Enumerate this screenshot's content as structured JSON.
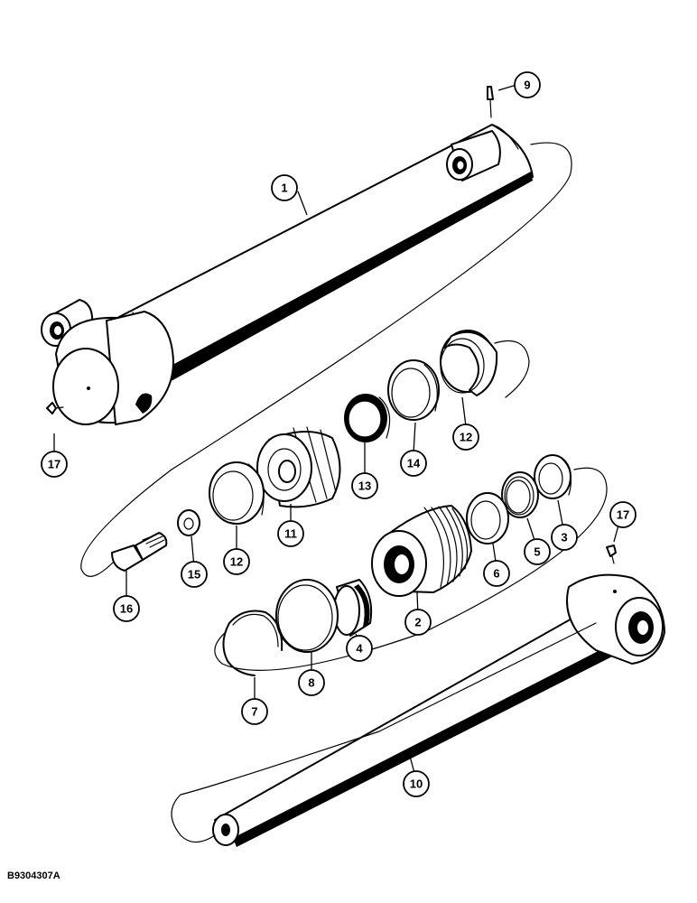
{
  "diagram": {
    "reference_code": "B9304307A",
    "callouts": [
      {
        "id": "c1",
        "label": "1"
      },
      {
        "id": "c9",
        "label": "9"
      },
      {
        "id": "c17a",
        "label": "17"
      },
      {
        "id": "c12a",
        "label": "12"
      },
      {
        "id": "c14",
        "label": "14"
      },
      {
        "id": "c13",
        "label": "13"
      },
      {
        "id": "c11",
        "label": "11"
      },
      {
        "id": "c12b",
        "label": "12"
      },
      {
        "id": "c15",
        "label": "15"
      },
      {
        "id": "c16",
        "label": "16"
      },
      {
        "id": "c3",
        "label": "3"
      },
      {
        "id": "c5",
        "label": "5"
      },
      {
        "id": "c6",
        "label": "6"
      },
      {
        "id": "c2",
        "label": "2"
      },
      {
        "id": "c4",
        "label": "4"
      },
      {
        "id": "c8",
        "label": "8"
      },
      {
        "id": "c7",
        "label": "7"
      },
      {
        "id": "c17b",
        "label": "17"
      },
      {
        "id": "c10",
        "label": "10"
      }
    ]
  }
}
